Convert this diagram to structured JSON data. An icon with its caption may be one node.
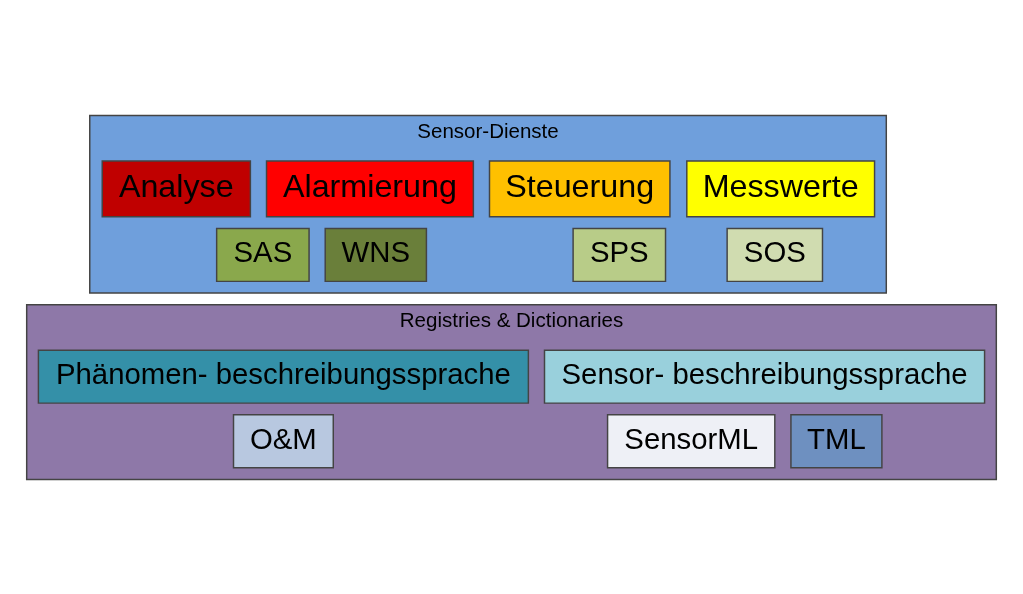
{
  "diagram": {
    "nodes": [
      {
        "text": [
          "Sensor-Dienste"
        ]
      },
      {
        "text": [
          "Messwerte"
        ],
        "in": 0
      },
      {
        "text": [
          "Steuerung"
        ],
        "in": 0
      },
      {
        "text": [
          "Alarmierung"
        ],
        "in": 0
      },
      {
        "text": [
          "Analyse"
        ],
        "in": 0
      },
      {
        "text": [
          "SOS"
        ],
        "in": 0
      },
      {
        "text": [
          "SPS"
        ],
        "in": 0
      },
      {
        "text": [
          "SAS"
        ],
        "in": 0
      },
      {
        "text": [
          "WNS"
        ],
        "in": 0
      },
      {
        "text": [
          "Registries & Dictionaries"
        ]
      },
      {
        "text": [
          "Sensor- beschreibungssprache"
        ],
        "in": 9
      },
      {
        "text": [
          "Phänomen- beschreibungssprache"
        ],
        "in": 9
      },
      {
        "text": [
          "SensorML"
        ],
        "in": 9
      },
      {
        "text": [
          "TML"
        ],
        "in": 9
      },
      {
        "text": [
          "O&M"
        ],
        "in": 9
      }
    ],
    "edges": []
  }
}
